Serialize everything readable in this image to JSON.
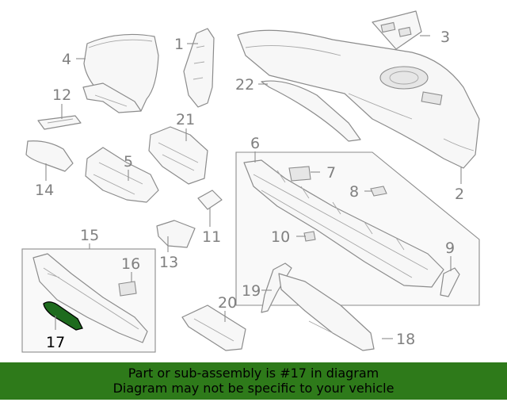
{
  "diagram": {
    "callouts": {
      "c1": "1",
      "c2": "2",
      "c3": "3",
      "c4": "4",
      "c5": "5",
      "c6": "6",
      "c7": "7",
      "c8": "8",
      "c9": "9",
      "c10": "10",
      "c11": "11",
      "c12": "12",
      "c13": "13",
      "c14": "14",
      "c15": "15",
      "c16": "16",
      "c17": "17",
      "c18": "18",
      "c19": "19",
      "c20": "20",
      "c21": "21",
      "c22": "22"
    },
    "highlighted_part": "17",
    "highlight_color": "#1e6b1e"
  },
  "banner": {
    "line1": "Part or sub-assembly is #17 in diagram",
    "line2": "Diagram may not be specific to your vehicle",
    "background": "#2e7a1a"
  }
}
